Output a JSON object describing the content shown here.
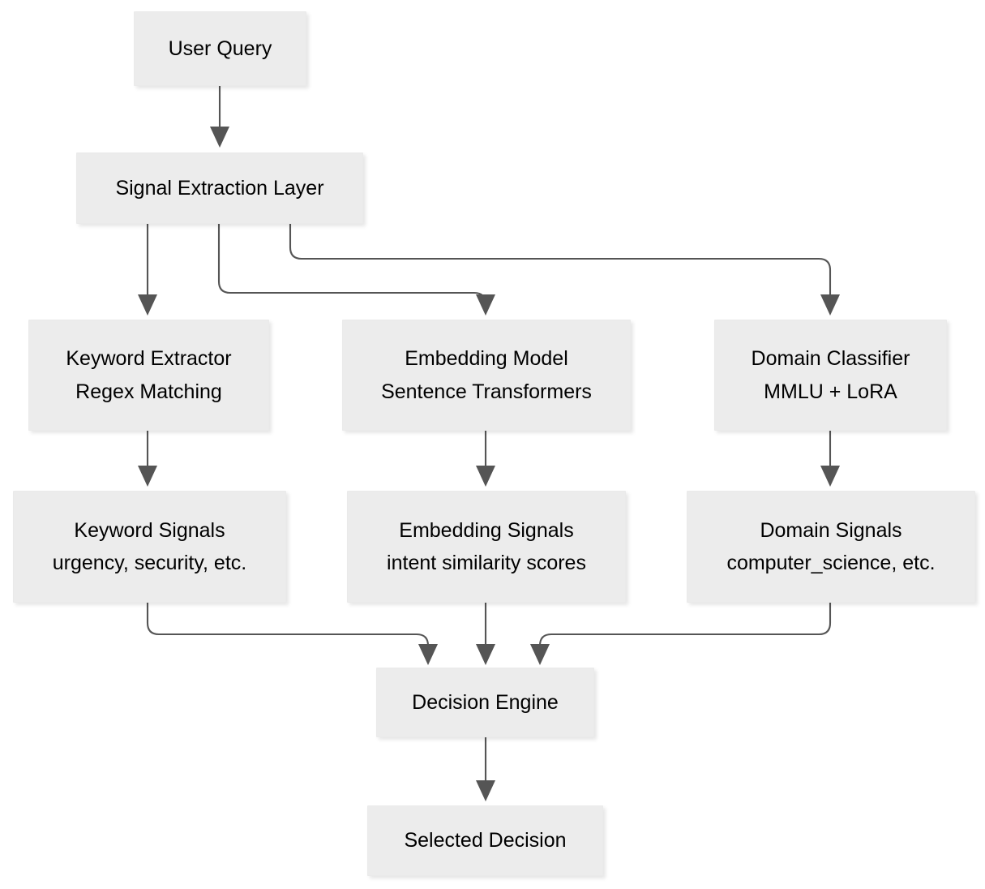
{
  "diagram": {
    "type": "flowchart",
    "direction": "top-to-bottom",
    "background_color": "#ffffff",
    "node_fill_color": "#ececec",
    "node_border_color": "#eaeaea",
    "edge_color": "#555555",
    "text_color": "#000000",
    "nodes": [
      {
        "id": "user-query",
        "line1": "User Query",
        "line2": ""
      },
      {
        "id": "signal-extraction",
        "line1": "Signal Extraction Layer",
        "line2": ""
      },
      {
        "id": "keyword-extractor",
        "line1": "Keyword Extractor",
        "line2": "Regex Matching"
      },
      {
        "id": "embedding-model",
        "line1": "Embedding Model",
        "line2": "Sentence Transformers"
      },
      {
        "id": "domain-classifier",
        "line1": "Domain Classifier",
        "line2": "MMLU + LoRA"
      },
      {
        "id": "keyword-signals",
        "line1": "Keyword Signals",
        "line2": "urgency, security, etc."
      },
      {
        "id": "embedding-signals",
        "line1": "Embedding Signals",
        "line2": "intent similarity scores"
      },
      {
        "id": "domain-signals",
        "line1": "Domain Signals",
        "line2": "computer_science, etc."
      },
      {
        "id": "decision-engine",
        "line1": "Decision Engine",
        "line2": ""
      },
      {
        "id": "selected-decision",
        "line1": "Selected Decision",
        "line2": ""
      }
    ],
    "edges": [
      {
        "from": "user-query",
        "to": "signal-extraction"
      },
      {
        "from": "signal-extraction",
        "to": "keyword-extractor"
      },
      {
        "from": "signal-extraction",
        "to": "embedding-model"
      },
      {
        "from": "signal-extraction",
        "to": "domain-classifier"
      },
      {
        "from": "keyword-extractor",
        "to": "keyword-signals"
      },
      {
        "from": "embedding-model",
        "to": "embedding-signals"
      },
      {
        "from": "domain-classifier",
        "to": "domain-signals"
      },
      {
        "from": "keyword-signals",
        "to": "decision-engine"
      },
      {
        "from": "embedding-signals",
        "to": "decision-engine"
      },
      {
        "from": "domain-signals",
        "to": "decision-engine"
      },
      {
        "from": "decision-engine",
        "to": "selected-decision"
      }
    ]
  }
}
